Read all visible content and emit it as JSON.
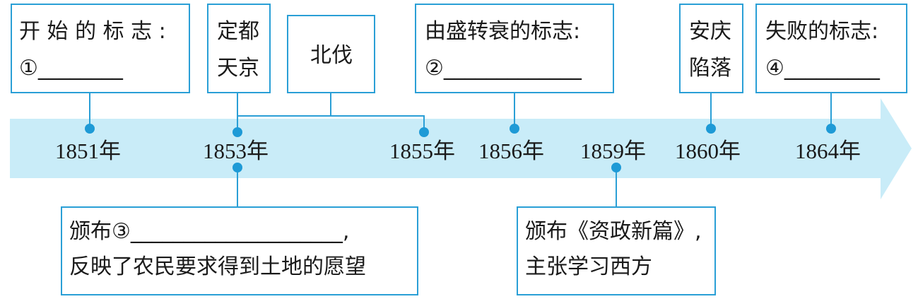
{
  "timeline": {
    "years": [
      {
        "id": "1851",
        "label": "1851年"
      },
      {
        "id": "1853",
        "label": "1853年"
      },
      {
        "id": "1855",
        "label": "1855年"
      },
      {
        "id": "1856",
        "label": "1856年"
      },
      {
        "id": "1859",
        "label": "1859年"
      },
      {
        "id": "1860",
        "label": "1860年"
      },
      {
        "id": "1864",
        "label": "1864年"
      }
    ],
    "accent_color": "#2a9fd6",
    "band_color": "#c9ecf8",
    "dot_color": "#1e9ad6"
  },
  "events": {
    "start": {
      "line1": "开 始 的 标 志 :",
      "line2": "①________"
    },
    "capital": {
      "line1": "定都",
      "line2": "天京"
    },
    "north": {
      "line1": "北伐"
    },
    "turn": {
      "line1": "由盛转衰的标志:",
      "line2": "②_____________"
    },
    "anqing": {
      "line1": "安庆",
      "line2": "陷落"
    },
    "fail": {
      "line1": "失败的标志:",
      "line2": "④_________"
    },
    "law": {
      "line1": "颁布③____________________,",
      "line2": "反映了农民要求得到土地的愿望"
    },
    "reform": {
      "line1": "颁布《资政新篇》,",
      "line2": "主张学习西方"
    }
  }
}
